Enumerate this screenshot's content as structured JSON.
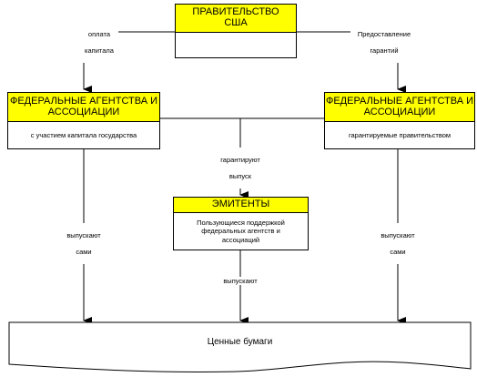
{
  "government": {
    "title_line1": "ПРАВИТЕЛЬСТВО",
    "title_line2": "США",
    "body": ""
  },
  "agency_left": {
    "title_line1": "ФЕДЕРАЛЬНЫЕ АГЕНТСТВА И",
    "title_line2": "АССОЦИАЦИИ",
    "body": "с участием капитала государства"
  },
  "agency_right": {
    "title_line1": "ФЕДЕРАЛЬНЫЕ АГЕНТСТВА И",
    "title_line2": "АССОЦИАЦИИ",
    "body": "гарантируемые правительством"
  },
  "issuers": {
    "title": "ЭМИТЕНТЫ",
    "body": "Пользующиеся поддержкой федеральных агентств и ассоциаций"
  },
  "securities": {
    "label": "Ценные бумаги"
  },
  "edge_labels": {
    "capital_payment_line1": "оплата",
    "capital_payment_line2": "капитала",
    "guarantees_line1": "Предоставление",
    "guarantees_line2": "гарантий",
    "guarantee_issue_line1": "гарантируют",
    "guarantee_issue_line2": "выпуск",
    "issue_self_left_line1": "выпускают",
    "issue_self_left_line2": "сами",
    "issue_self_right_line1": "выпускают",
    "issue_self_right_line2": "сами",
    "issue_center": "выпускают"
  }
}
